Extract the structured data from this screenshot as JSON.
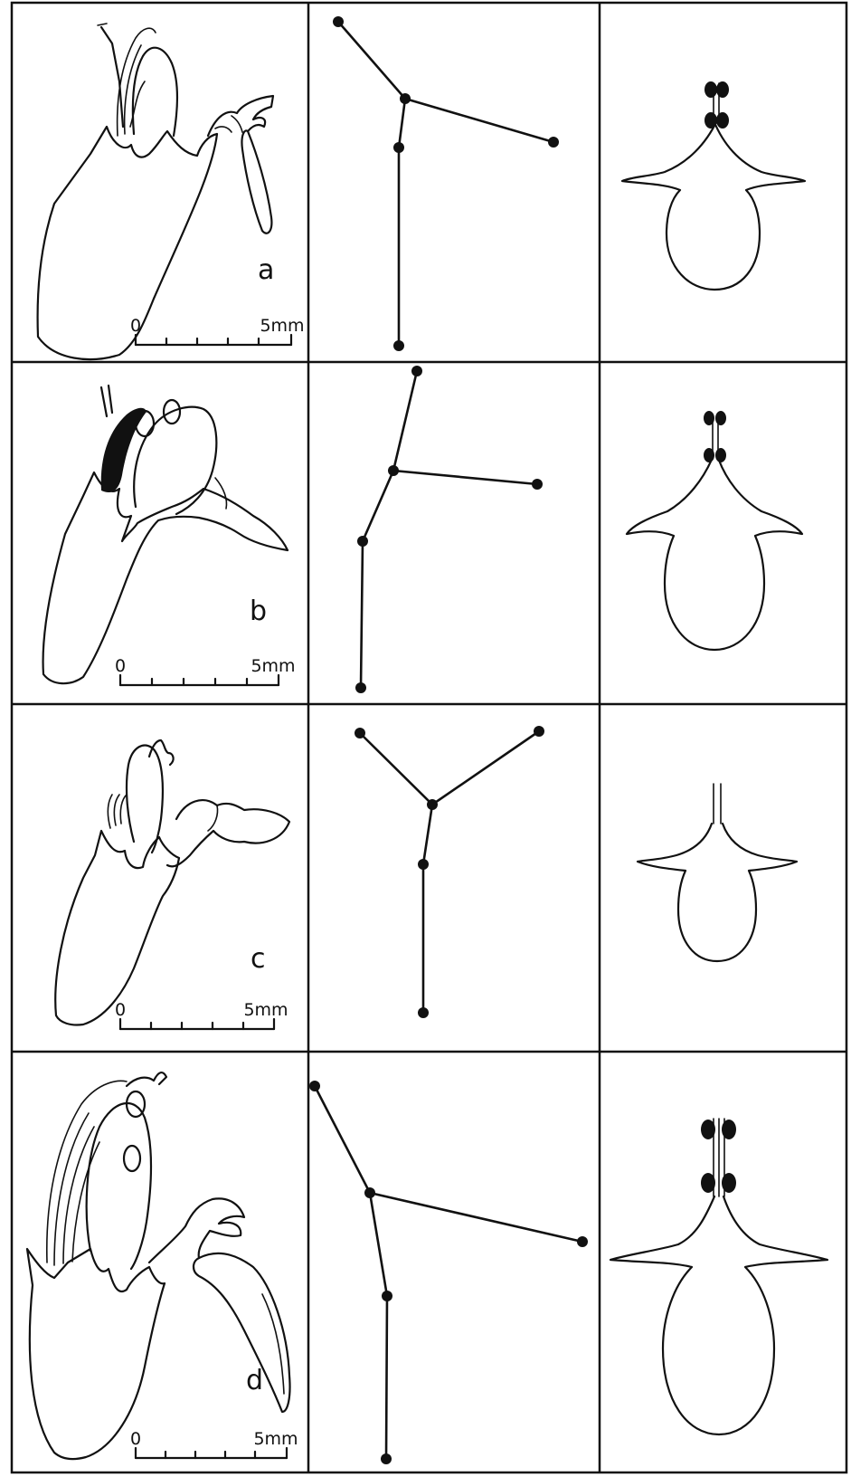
{
  "panels": [
    {
      "id": "a",
      "label": "a",
      "scale": {
        "start": "0",
        "end": "5mm"
      },
      "stamen_pairs": 2
    },
    {
      "id": "b",
      "label": "b",
      "scale": {
        "start": "0",
        "end": "5mm"
      },
      "stamen_pairs": 2
    },
    {
      "id": "c",
      "label": "c",
      "scale": {
        "start": "0",
        "end": "5mm"
      },
      "stamen_pairs": 0
    },
    {
      "id": "d",
      "label": "d",
      "scale": {
        "start": "0",
        "end": "5mm"
      },
      "stamen_pairs": 2
    }
  ]
}
